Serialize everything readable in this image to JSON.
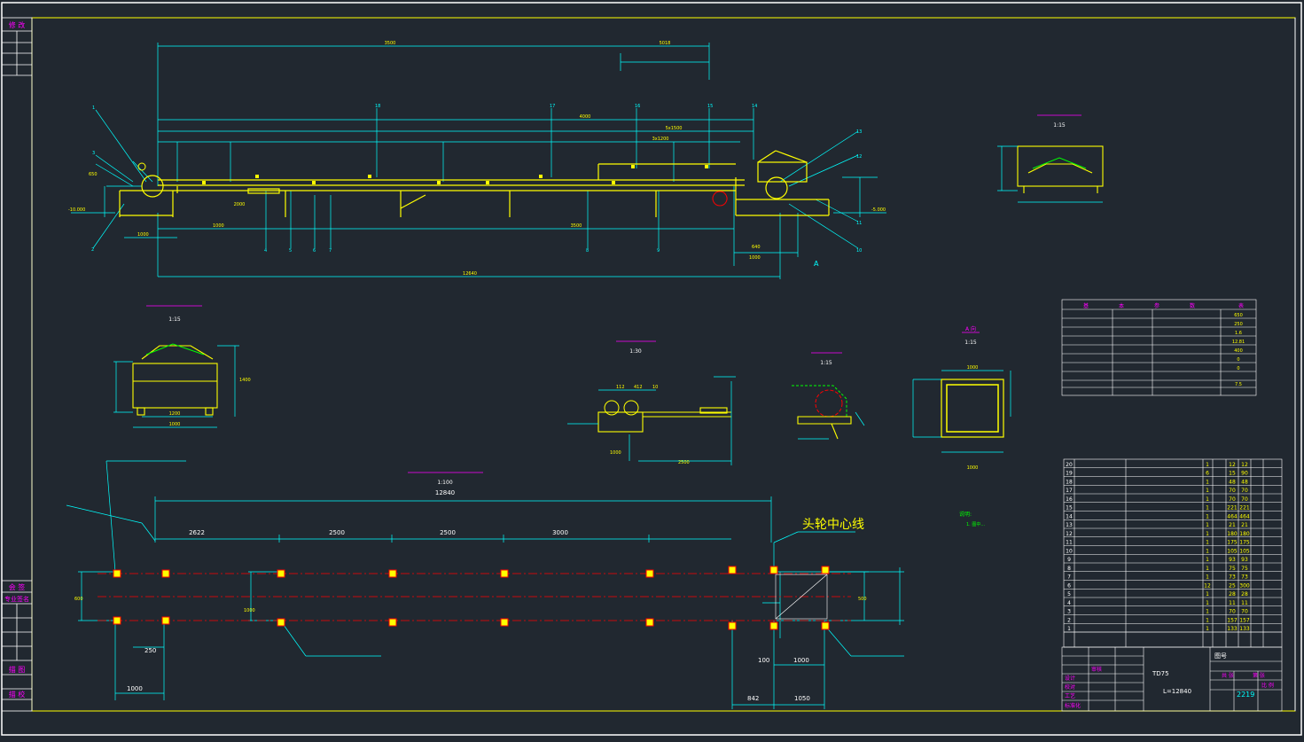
{
  "sheet": {
    "colors": {
      "background": "#212830",
      "frame": "#ffffff",
      "border": "#ffff00",
      "dim": "#00ffff",
      "part": "#ffff00",
      "center": "#ff0000",
      "note": "#00ff00",
      "label": "#ff00ff",
      "text": "#ffffff"
    },
    "left_strip": {
      "top_label": "修 改",
      "labels_bottom": [
        "会 签",
        "专业签名",
        "描 图",
        "描 校"
      ]
    },
    "main_view": {
      "top_dims": [
        "3500",
        "5018"
      ],
      "mid_dims": [
        "4000",
        "5x1500"
      ],
      "low_dims": [
        "3x1200",
        "2000",
        "3500"
      ],
      "total_dim": "12640",
      "left_dims": [
        "650",
        "-10.000",
        "1000",
        "1000"
      ],
      "right_dims": [
        "-5.000",
        "640",
        "1000"
      ],
      "balloons": [
        "1",
        "2",
        "3",
        "4",
        "5",
        "6",
        "7",
        "8",
        "9",
        "10",
        "11",
        "12",
        "13",
        "14",
        "15",
        "16",
        "17",
        "18"
      ],
      "view_mark": "A"
    },
    "upper_right_section": {
      "title": "",
      "scale": "1:15"
    },
    "section_view_1": {
      "title": "",
      "scale": "1:15",
      "dims": [
        "1000",
        "1200",
        "1400"
      ]
    },
    "section_view_2": {
      "title": "",
      "scale": "1:30",
      "dims": [
        "112",
        "412",
        "10",
        "1000",
        "2500"
      ]
    },
    "section_view_3": {
      "title": "",
      "scale": "1:15"
    },
    "section_view_A": {
      "title": "A 向",
      "scale": "1:15",
      "dims": [
        "1000",
        "1000"
      ]
    },
    "params_table": {
      "header": [
        "基",
        "本",
        "参",
        "数",
        "表"
      ],
      "rows": [
        [
          "",
          "",
          "",
          "",
          "650"
        ],
        [
          "",
          "",
          "",
          "",
          "250"
        ],
        [
          "",
          "",
          "",
          "",
          "1.6"
        ],
        [
          "",
          "",
          "",
          "",
          "12.81"
        ],
        [
          "",
          "",
          "",
          "",
          "400"
        ],
        [
          "",
          "",
          "",
          "",
          "0"
        ],
        [
          "",
          "",
          "",
          "",
          "0"
        ],
        [
          "",
          "",
          "",
          "",
          ""
        ],
        [
          "",
          "",
          "",
          "",
          "7.5"
        ]
      ]
    },
    "foundation_plan": {
      "title": "",
      "scale": "1:100",
      "total": "12840",
      "spans": [
        "2622",
        "2500",
        "2500",
        "3000"
      ],
      "head_center_label": "头轮中心线",
      "width_dims": [
        "600",
        "1000",
        "500"
      ],
      "bottom_dims": [
        "250",
        "1000",
        "100",
        "1000",
        "842",
        "1050"
      ],
      "labels": [
        "",
        "",
        "",
        ""
      ]
    },
    "notes": {
      "title": "说明:",
      "lines": [
        "1. 图中..."
      ]
    },
    "bom": {
      "rows": [
        [
          "20",
          "",
          "",
          "1",
          "12",
          "12"
        ],
        [
          "19",
          "",
          "",
          "6",
          "15",
          "90"
        ],
        [
          "18",
          "",
          "",
          "1",
          "48",
          "48"
        ],
        [
          "17",
          "",
          "",
          "1",
          "70",
          "70"
        ],
        [
          "16",
          "",
          "",
          "1",
          "70",
          "70"
        ],
        [
          "15",
          "",
          "",
          "1",
          "221",
          "221"
        ],
        [
          "14",
          "",
          "",
          "1",
          "464",
          "464"
        ],
        [
          "13",
          "",
          "",
          "1",
          "21",
          "21"
        ],
        [
          "12",
          "",
          "",
          "1",
          "180",
          "180"
        ],
        [
          "11",
          "",
          "",
          "1",
          "175",
          "175"
        ],
        [
          "10",
          "",
          "",
          "1",
          "105",
          "105"
        ],
        [
          "9",
          "",
          "",
          "1",
          "93",
          "93"
        ],
        [
          "8",
          "",
          "",
          "1",
          "75",
          "75"
        ],
        [
          "7",
          "",
          "",
          "1",
          "73",
          "73"
        ],
        [
          "6",
          "",
          "",
          "12",
          "25",
          "300"
        ],
        [
          "5",
          "",
          "",
          "1",
          "28",
          "28"
        ],
        [
          "4",
          "",
          "",
          "1",
          "11",
          "11"
        ],
        [
          "3",
          "",
          "",
          "1",
          "70",
          "70"
        ],
        [
          "2",
          "",
          "",
          "1",
          "157",
          "157"
        ],
        [
          "1",
          "",
          "",
          "1",
          "133",
          "133"
        ]
      ]
    },
    "title_block": {
      "project": "TD75",
      "length": "L=12840",
      "drawing_no_label": "图号",
      "total_pages": "共 张",
      "page": "第 张",
      "weight": "2219",
      "scale_cell": "比 例",
      "sign_rows": [
        "设计",
        "审核",
        "校对",
        "工艺",
        "标准化"
      ]
    }
  }
}
